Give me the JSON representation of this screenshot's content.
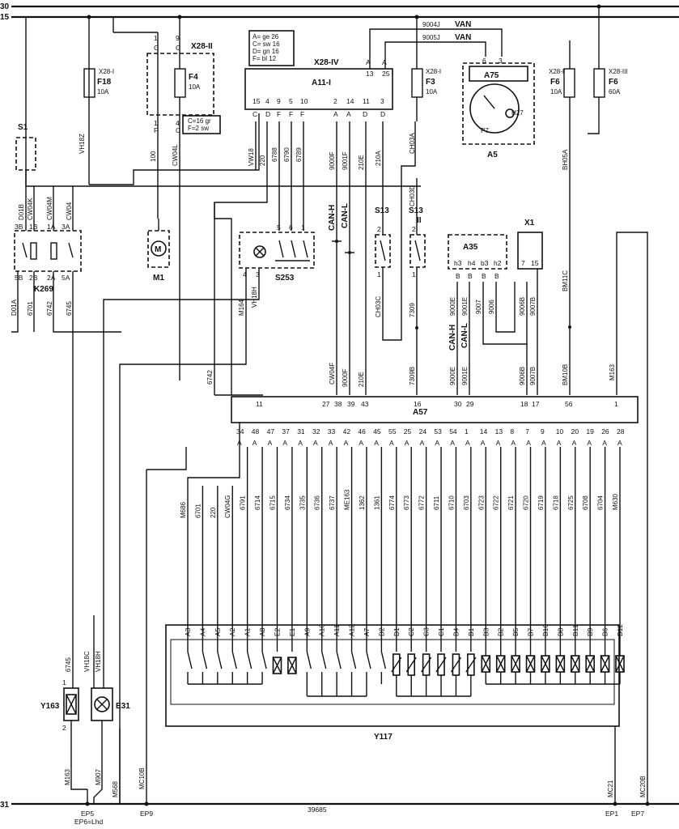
{
  "rails": {
    "top1": "30",
    "top2": "15",
    "bottom": "31"
  },
  "fuses": {
    "f18": {
      "name": "F18",
      "rating": "10A",
      "conn": "X28-I"
    },
    "f4": {
      "name": "F4",
      "rating": "10A",
      "conn": "X28-II"
    },
    "f3": {
      "name": "F3",
      "rating": "10A",
      "conn": "X28-I"
    },
    "f6a": {
      "name": "F6",
      "rating": "10A",
      "conn": "X28-I"
    },
    "f6b": {
      "name": "F6",
      "rating": "60A",
      "conn": "X28-III"
    }
  },
  "components": {
    "s1": "S1",
    "k269": "K269",
    "m1": "M1",
    "s253": "S253",
    "a11": "A11-I",
    "x28iv": "X28-IV",
    "s13a": "S13",
    "s13b": "S13",
    "s13b_sub": "II",
    "a35": "A35",
    "x1": "X1",
    "a75": "A75",
    "a5": "A5",
    "p7": "P7",
    "h27": "H27",
    "a57": "A57",
    "y117": "Y117",
    "y163": "Y163",
    "e31": "E31"
  },
  "legend_x28iv": [
    "A= ge 26",
    "C= sw 16",
    "D= gn 16",
    "F= bl 12"
  ],
  "legend_x28ii": [
    "C=16 gr",
    "F=2 sw"
  ],
  "van": {
    "w1": "9004J",
    "w2": "9005J",
    "label": "VAN"
  },
  "can": {
    "h": "CAN-H",
    "l": "CAN-L"
  },
  "wires": {
    "vh18z": "VH18Z",
    "vw18": "VW18",
    "cw04l": "CW04L",
    "w100": "100",
    "w220": "220",
    "w6788": "6788",
    "w6789": "6789",
    "w6790": "6790",
    "w9000f": "9000F",
    "w9001f": "9001F",
    "w210e": "210E",
    "w210a": "210A",
    "ch03a": "CH03A",
    "ch03d": "CH03D",
    "ch03c": "CH03C",
    "w7309": "7309",
    "bh05a": "BH05A",
    "bm11c": "BM11C",
    "d01b": "D01B",
    "cw04k": "CW04K",
    "cw04m": "CW04M",
    "cw04": "CW04",
    "d01a": "D01A",
    "w6701": "6701",
    "w6742": "6742",
    "w6745": "6745",
    "m164": "M164",
    "vh18h": "VH18H",
    "w6742b": "6742",
    "cw04f": "CW04F",
    "w9000fb": "9000F",
    "w9001fb": "9001F",
    "w210eb": "210E",
    "w7309b": "7309B",
    "w9000e": "9000E",
    "w9001e": "9001E",
    "w9007": "9007",
    "w9006": "9006",
    "w9006b": "9006B",
    "w9007b": "9007B",
    "bm10b": "BM10B",
    "m163": "M163",
    "w9000eb": "9000E",
    "w9001eb": "9001E",
    "w9006bb": "9006B",
    "w9007bb": "9007B",
    "w6745b": "6745",
    "vh18c": "VH18C",
    "vh18hb": "VH18H",
    "m163b": "M163",
    "m907": "M907",
    "m568": "M568",
    "mc10b": "MC10B",
    "mc21": "MC21",
    "mc20b": "MC20B",
    "w39685": "39685"
  },
  "connector_pins": {
    "x28iv_top": [
      "A",
      "A",
      "13",
      "25"
    ],
    "a11_bottom": [
      "15",
      "4",
      "9",
      "5",
      "10",
      "2",
      "14",
      "11",
      "3"
    ],
    "a11_bottom_letters": [
      "C",
      "D",
      "F",
      "F",
      "F",
      "A",
      "A",
      "D",
      "D"
    ],
    "f4_pins": [
      "1",
      "9",
      "1",
      "4"
    ],
    "f4_letters": [
      "C",
      "C",
      "F",
      "C"
    ],
    "a75_pins": [
      "6",
      "3"
    ],
    "k269_top": [
      "3B",
      "1B",
      "1A",
      "3A"
    ],
    "k269_bottom": [
      "5B",
      "2B",
      "2A",
      "5A"
    ],
    "s253_pins": [
      "5",
      "6",
      "1",
      "4",
      "3"
    ],
    "s13_pins": [
      "2",
      "1",
      "2",
      "1"
    ],
    "a35_pins": [
      "h3",
      "h4",
      "b3",
      "h2"
    ],
    "a35_letters": [
      "B",
      "B",
      "B",
      "B"
    ],
    "x1_pins": [
      "7",
      "15"
    ],
    "a57_top": [
      "11",
      "27",
      "38",
      "39",
      "43",
      "16",
      "30",
      "29",
      "18",
      "17",
      "56",
      "1"
    ],
    "a57_bottom": [
      "34",
      "48",
      "47",
      "37",
      "31",
      "32",
      "33",
      "42",
      "46",
      "45",
      "55",
      "25",
      "24",
      "53",
      "54",
      "1",
      "14",
      "13",
      "8",
      "7",
      "9",
      "10",
      "20",
      "19",
      "26",
      "28"
    ],
    "a57_bottom_wires": [
      "M686",
      "6701",
      "220",
      "CW04G",
      "6791",
      "6714",
      "6715",
      "6734",
      "3735",
      "6736",
      "6737",
      "ME163",
      "1362",
      "1361",
      "6774",
      "6773",
      "6772",
      "6711",
      "6710",
      "6703",
      "6723",
      "6722",
      "6721",
      "6720",
      "6719",
      "6718",
      "6725",
      "6708",
      "6704",
      "M630"
    ],
    "y117_pins": [
      "A3",
      "A4",
      "A5",
      "A2",
      "A1",
      "A8",
      "E2",
      "E1",
      "A9",
      "A10",
      "A11",
      "A12",
      "A7",
      "D2",
      "D1",
      "C2",
      "C3",
      "C1",
      "B4",
      "B1",
      "B3",
      "B2",
      "B5",
      "B7",
      "B10",
      "B8",
      "B11",
      "B9",
      "B6",
      "B12"
    ],
    "y163_pins": [
      "1",
      "2"
    ]
  },
  "grounds": {
    "ep5": "EP5",
    "ep6": "EP6=Lhd",
    "ep9": "EP9",
    "ep1": "EP1",
    "ep7": "EP7"
  }
}
